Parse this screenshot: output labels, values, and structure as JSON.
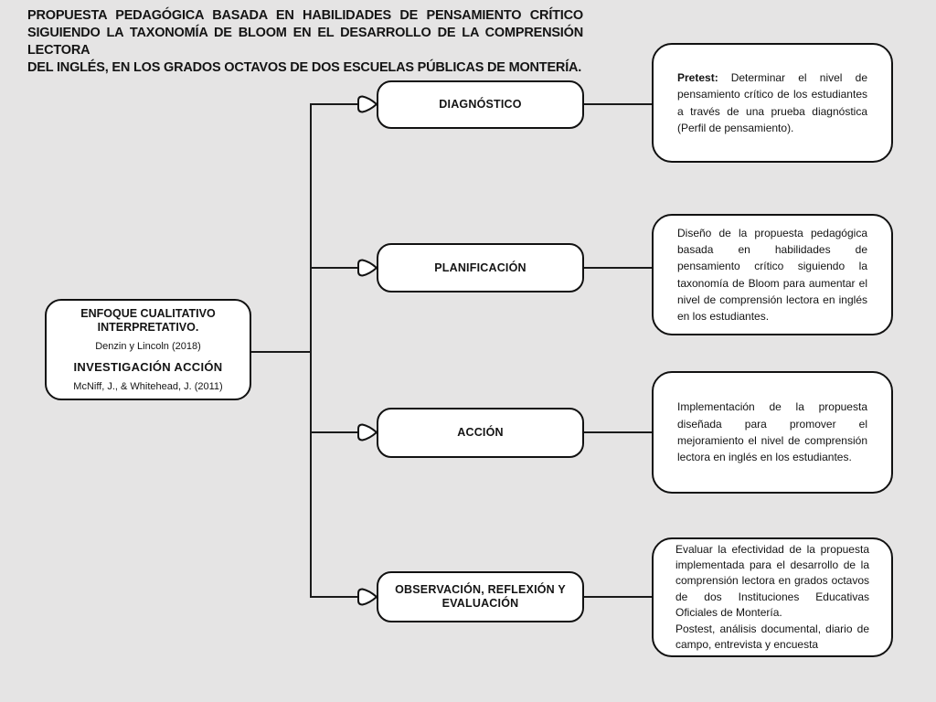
{
  "title_lines": [
    "PROPUESTA PEDAGÓGICA BASADA EN HABILIDADES DE PENSAMIENTO CRÍTICO",
    "SIGUIENDO LA TAXONOMÍA DE BLOOM EN EL DESARROLLO DE LA COMPRENSIÓN LECTORA",
    "DEL INGLÉS, EN LOS GRADOS OCTAVOS DE DOS ESCUELAS PÚBLICAS DE MONTERÍA."
  ],
  "root_node": {
    "heading1": "ENFOQUE CUALITATIVO INTERPRETATIVO.",
    "citation1": "Denzin y Lincoln (2018)",
    "heading2": "INVESTIGACIÓN ACCIÓN",
    "citation2": "McNiff, J., & Whitehead, J. (2011)"
  },
  "stages": [
    {
      "label": "DIAGNÓSTICO",
      "description_bold": "Pretest:",
      "description": "Determinar el nivel de pensamiento crítico de los estudiantes a través de una prueba diagnóstica (Perfil de pensamiento)."
    },
    {
      "label": "PLANIFICACIÓN",
      "description": "Diseño de la propuesta pedagógica basada en habilidades de pensamiento crítico siguiendo la taxonomía de Bloom para aumentar el nivel de comprensión lectora en inglés en los estudiantes."
    },
    {
      "label": "ACCIÓN",
      "description": "Implementación de la propuesta diseñada para promover el mejoramiento el nivel de comprensión lectora en inglés en los estudiantes."
    },
    {
      "label": "OBSERVACIÓN, REFLEXIÓN Y EVALUACIÓN",
      "description": "Evaluar la efectividad de la propuesta implementada para el desarrollo de la comprensión lectora en grados octavos de dos Instituciones Educativas Oficiales de Montería.",
      "description2": "Postest, análisis documental, diario de campo, entrevista y encuesta"
    }
  ],
  "colors": {
    "background": "#e5e4e4",
    "node_fill": "#ffffff",
    "line": "#1a1a1a",
    "text": "#141414"
  }
}
